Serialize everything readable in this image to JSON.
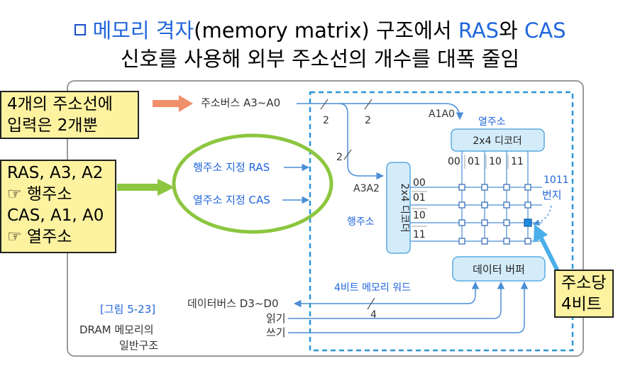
{
  "title": {
    "line1_a": "메모리 격자",
    "line1_b": "(memory matrix) 구조에서 ",
    "line1_ras": "RAS",
    "line1_c": "와 ",
    "line1_cas": "CAS",
    "line2": "신호를 사용해 외부 주소선의 개수를 대폭 줄임"
  },
  "notes": {
    "addr_lines": [
      "4개의 주소선에",
      "입력은 2개뿐"
    ],
    "ras_cas": [
      "RAS, A3, A2",
      "☞ 행주소",
      "CAS, A1, A0",
      "☞ 열주소"
    ],
    "per_address": [
      "주소당",
      "4비트"
    ]
  },
  "diagram": {
    "addr_bus": "주소버스 A3~A0",
    "bus_width_1": "2",
    "bus_width_2": "2",
    "bus_width_3": "2",
    "a1a0": "A1A0",
    "col_addr": "열주소",
    "col_decoder": "2x4 디코더",
    "col_codes": [
      "00",
      "01",
      "10",
      "11"
    ],
    "row_ras": "행주소 지정 RAS",
    "col_cas": "열주소 지정 CAS",
    "a3a2": "A3A2",
    "row_decoder": "2x4 디코더",
    "row_codes": [
      "00",
      "01",
      "10",
      "11"
    ],
    "row_addr": "행주소",
    "cell_addr": [
      "1011",
      "번지"
    ],
    "data_buffer": "데이터 버퍼",
    "mem_word": "4비트 메모리 워드",
    "data_bus": "데이터버스 D3~D0",
    "data_width": "4",
    "read": "읽기",
    "write": "쓰기",
    "figure_no": "[그림 5-23]",
    "caption": [
      "DRAM 메모리의",
      "일반구조"
    ]
  },
  "colors": {
    "accent_blue": "#2066dc",
    "box_fill": "#d4ecfa",
    "box_stroke": "#5aaae0",
    "line_blue": "#4a8ed6",
    "oval_green": "#8cc63f",
    "note_fill": "#fcf2a0",
    "orange_arrow": "#f0906a"
  }
}
